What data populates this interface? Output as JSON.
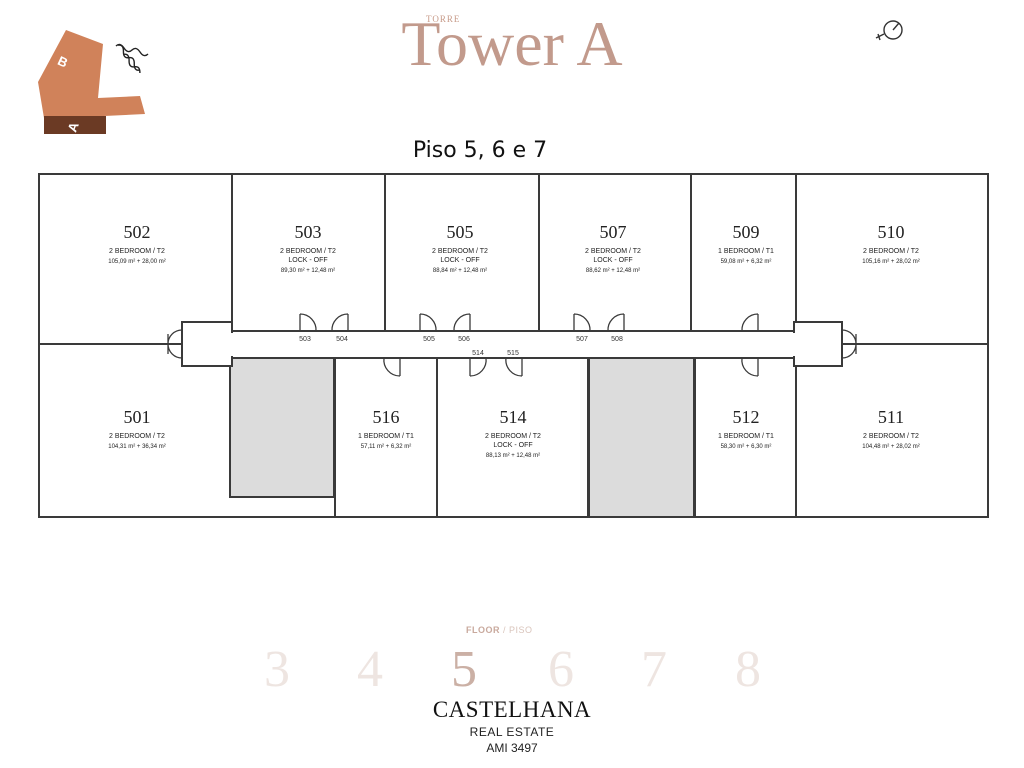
{
  "header": {
    "pretitle": "TORRE",
    "title": "Tower A",
    "floor_caption": "Piso 5, 6 e 7"
  },
  "key_plan": {
    "tower_b_letter": "B",
    "tower_a_letter": "A"
  },
  "colors": {
    "accent": "#c29a8c",
    "key_plan_orange": "#d0825a",
    "key_plan_dark": "#6b3a24",
    "core_grey": "#dcdcdc",
    "wall": "#3a3a3a"
  },
  "units": [
    {
      "id": "502",
      "type": "2 BEDROOM / T2",
      "lock": "",
      "area": "105,09 m² + 28,00 m²"
    },
    {
      "id": "503",
      "type": "2 BEDROOM / T2",
      "lock": "LOCK - OFF",
      "area": "89,30 m² + 12,48 m²"
    },
    {
      "id": "505",
      "type": "2 BEDROOM / T2",
      "lock": "LOCK - OFF",
      "area": "88,84 m² + 12,48 m²"
    },
    {
      "id": "507",
      "type": "2 BEDROOM / T2",
      "lock": "LOCK - OFF",
      "area": "88,62 m² + 12,48 m²"
    },
    {
      "id": "509",
      "type": "1 BEDROOM / T1",
      "lock": "",
      "area": "59,08 m² + 6,32 m²"
    },
    {
      "id": "510",
      "type": "2 BEDROOM / T2",
      "lock": "",
      "area": "105,16 m² + 28,02 m²"
    },
    {
      "id": "501",
      "type": "2 BEDROOM / T2",
      "lock": "",
      "area": "104,31 m² + 36,34 m²"
    },
    {
      "id": "516",
      "type": "1 BEDROOM / T1",
      "lock": "",
      "area": "57,11 m² + 6,32 m²"
    },
    {
      "id": "514",
      "type": "2 BEDROOM / T2",
      "lock": "LOCK - OFF",
      "area": "88,13 m² + 12,48 m²"
    },
    {
      "id": "512",
      "type": "1 BEDROOM / T1",
      "lock": "",
      "area": "58,30 m² + 6,30 m²"
    },
    {
      "id": "511",
      "type": "2 BEDROOM / T2",
      "lock": "",
      "area": "104,48 m² + 28,02 m²"
    }
  ],
  "door_labels": [
    "503",
    "504",
    "505",
    "506",
    "507",
    "508",
    "514",
    "515"
  ],
  "floor_selector": {
    "label": "FLOOR",
    "label_alt": "PISO",
    "floors": [
      "3",
      "4",
      "5",
      "6",
      "7",
      "8"
    ],
    "active": "5"
  },
  "footer": {
    "brand": "CASTELHANA",
    "subtitle": "REAL ESTATE",
    "reference": "AMI 3497"
  }
}
